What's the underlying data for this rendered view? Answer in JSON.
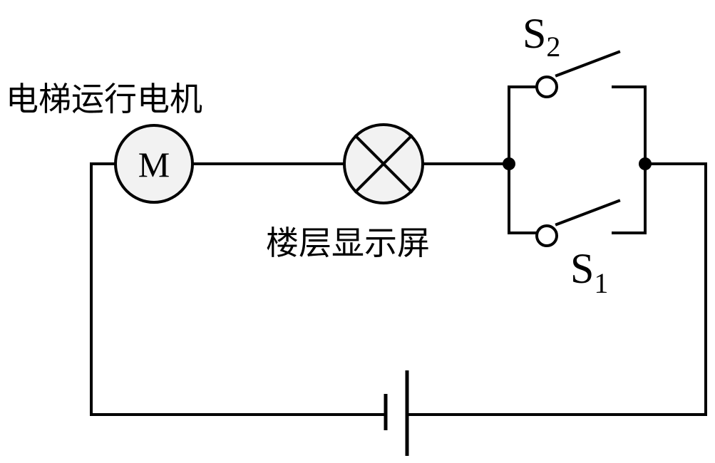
{
  "labels": {
    "motor": "电梯运行电机",
    "display": "楼层显示屏"
  },
  "motor": {
    "symbol": "M"
  },
  "switches": {
    "s2": {
      "letter": "S",
      "subscript": "2"
    },
    "s1": {
      "letter": "S",
      "subscript": "1"
    }
  },
  "colors": {
    "wire": "#000000",
    "component_fill": "#f2f2f2"
  }
}
